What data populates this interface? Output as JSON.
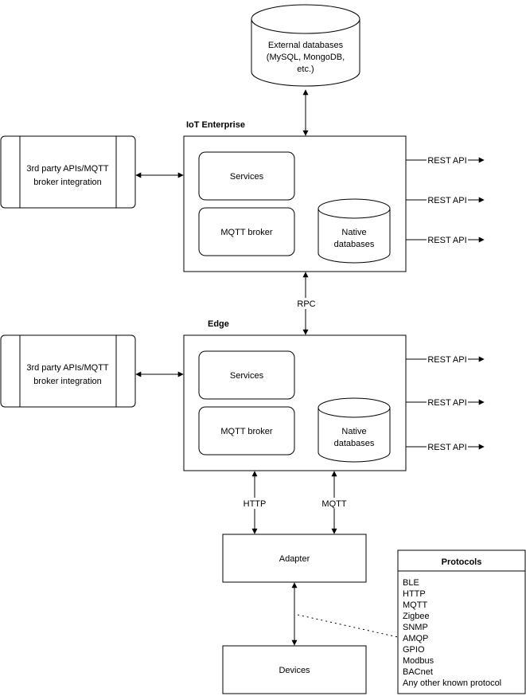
{
  "external_db": {
    "label_line1": "External databases",
    "label_line2": "(MySQL, MongoDB,",
    "label_line3": "etc.)"
  },
  "enterprise": {
    "title": "IoT Enterprise",
    "services": "Services",
    "mqtt_broker": "MQTT broker",
    "native_db_line1": "Native",
    "native_db_line2": "databases",
    "rest_api": [
      "REST API",
      "REST API",
      "REST API"
    ],
    "third_party_line1": "3rd party APIs/MQTT",
    "third_party_line2": "broker integration"
  },
  "rpc_label": "RPC",
  "edge": {
    "title": "Edge",
    "services": "Services",
    "mqtt_broker": "MQTT broker",
    "native_db_line1": "Native",
    "native_db_line2": "databases",
    "rest_api": [
      "REST API",
      "REST API",
      "REST API"
    ],
    "third_party_line1": "3rd party APIs/MQTT",
    "third_party_line2": "broker integration"
  },
  "http_label": "HTTP",
  "mqtt_label": "MQTT",
  "adapter": "Adapter",
  "devices": "Devices",
  "protocols": {
    "title": "Protocols",
    "items": [
      "BLE",
      "HTTP",
      "MQTT",
      "Zigbee",
      "SNMP",
      "AMQP",
      "GPIO",
      "Modbus",
      "BACnet",
      "Any other known protocol"
    ]
  }
}
